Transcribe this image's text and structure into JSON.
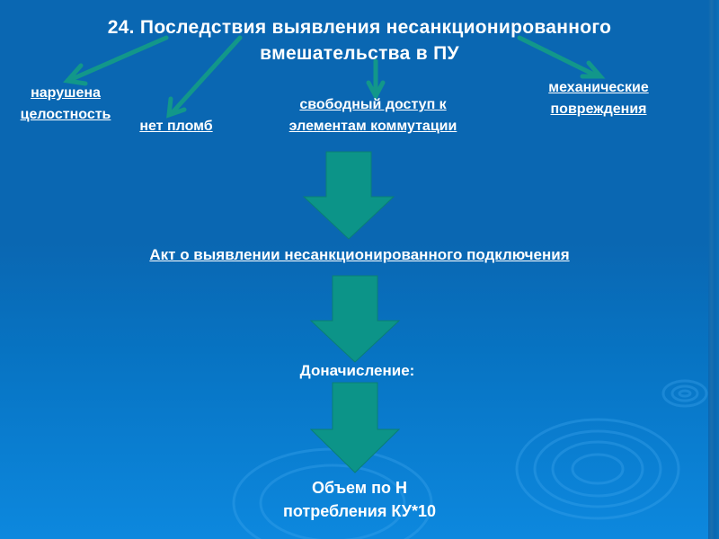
{
  "slide": {
    "title": "24. Последствия выявления несанкционированного вмешательства в ПУ",
    "title_line1": "24. Последствия выявления несанкционированного",
    "title_line2": "вмешательства в ПУ",
    "consequences": [
      {
        "line1": "нарушена",
        "line2": "целостность"
      },
      {
        "line1": "нет пломб",
        "line2": ""
      },
      {
        "line1": "свободный доступ к",
        "line2": "элементам коммутации"
      },
      {
        "line1": "механические",
        "line2": "повреждения"
      }
    ],
    "act_label": "Акт о выявлении несанкционированного подключения",
    "charge_label": "Доначисление:",
    "result_line1": "Объем по Н",
    "result_line2": "потребления КУ*10"
  },
  "colors": {
    "background": "#0a67b2",
    "arrow_fill": "#0c9488",
    "text": "#ffffff"
  }
}
